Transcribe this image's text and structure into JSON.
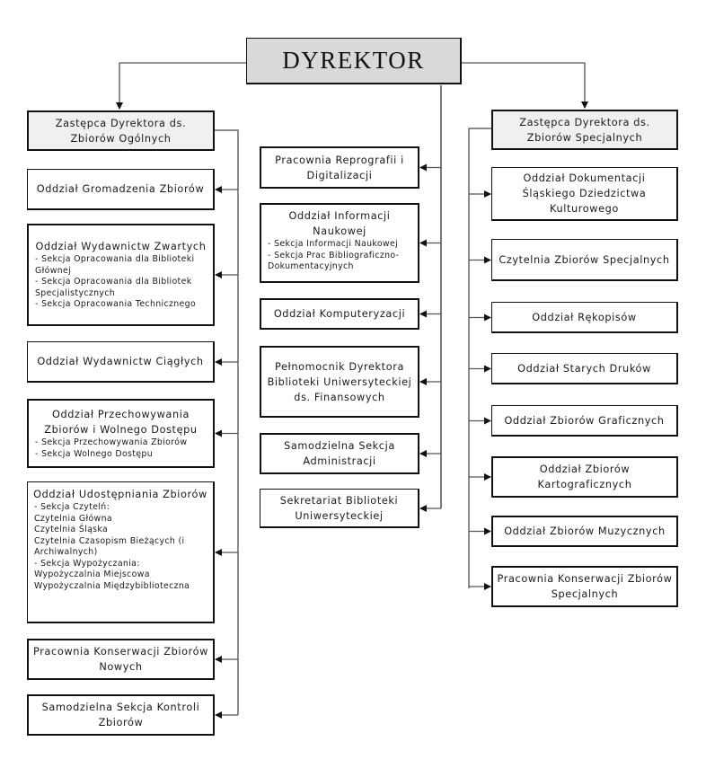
{
  "director": {
    "label": "DYREKTOR"
  },
  "left": {
    "deputy": {
      "title": "Zastępca Dyrektora ds. Zbiorów Ogólnych"
    },
    "units": [
      {
        "title": "Oddział Gromadzenia Zbiorów",
        "sections": []
      },
      {
        "title": "Oddział Wydawnictw Zwartych",
        "sections": [
          "- Sekcja Opracowania dla Biblioteki Głównej",
          "- Sekcja Opracowania dla Bibliotek Specjalistycznych",
          "- Sekcja Opracowania Technicznego"
        ]
      },
      {
        "title": "Oddział Wydawnictw Ciągłych",
        "sections": []
      },
      {
        "title": "Oddział Przechowywania Zbiorów i Wolnego Dostępu",
        "sections": [
          "- Sekcja Przechowywania Zbiorów",
          "- Sekcja Wolnego Dostępu"
        ]
      },
      {
        "title": "Oddział Udostępniania Zbiorów",
        "sections": [
          "- Sekcja Czytelń:",
          "Czytelnia Główna",
          "Czytelnia Śląska",
          "Czytelnia Czasopism Bieżących (i Archiwalnych)",
          "- Sekcja Wypożyczania:",
          "Wypożyczalnia Miejscowa",
          "Wypożyczalnia Międzybiblioteczna"
        ]
      },
      {
        "title": "Pracownia Konserwacji Zbiorów Nowych",
        "sections": []
      },
      {
        "title": "Samodzielna Sekcja Kontroli Zbiorów",
        "sections": []
      }
    ]
  },
  "middle": {
    "units": [
      {
        "title": "Pracownia Reprografii i Digitalizacji",
        "sections": []
      },
      {
        "title": "Oddział Informacji Naukowej",
        "sections": [
          "- Sekcja Informacji Naukowej",
          "- Sekcja Prac Bibliograficzno-Dokumentacyjnych"
        ]
      },
      {
        "title": "Oddział Komputeryzacji",
        "sections": []
      },
      {
        "title": "Pełnomocnik Dyrektora Biblioteki Uniwersyteckiej ds. Finansowych",
        "sections": []
      },
      {
        "title": "Samodzielna Sekcja Administracji",
        "sections": []
      },
      {
        "title": "Sekretariat Biblioteki Uniwersyteckiej",
        "sections": []
      }
    ]
  },
  "right": {
    "deputy": {
      "title": "Zastępca Dyrektora ds. Zbiorów Specjalnych"
    },
    "units": [
      {
        "title": "Oddział Dokumentacji Śląskiego Dziedzictwa Kulturowego",
        "sections": []
      },
      {
        "title": "Czytelnia Zbiorów Specjalnych",
        "sections": []
      },
      {
        "title": "Oddział Rękopisów",
        "sections": []
      },
      {
        "title": "Oddział Starych Druków",
        "sections": []
      },
      {
        "title": "Oddział Zbiorów Graficznych",
        "sections": []
      },
      {
        "title": "Oddział Zbiorów Kartograficznych",
        "sections": []
      },
      {
        "title": "Oddział Zbiorów Muzycznych",
        "sections": []
      },
      {
        "title": "Pracownia Konserwacji Zbiorów Specjalnych",
        "sections": []
      }
    ]
  },
  "colors": {
    "line": "#555555",
    "director_fill": "#d9d9d9",
    "deputy_fill": "#f0f0f0",
    "border": "#111111"
  }
}
